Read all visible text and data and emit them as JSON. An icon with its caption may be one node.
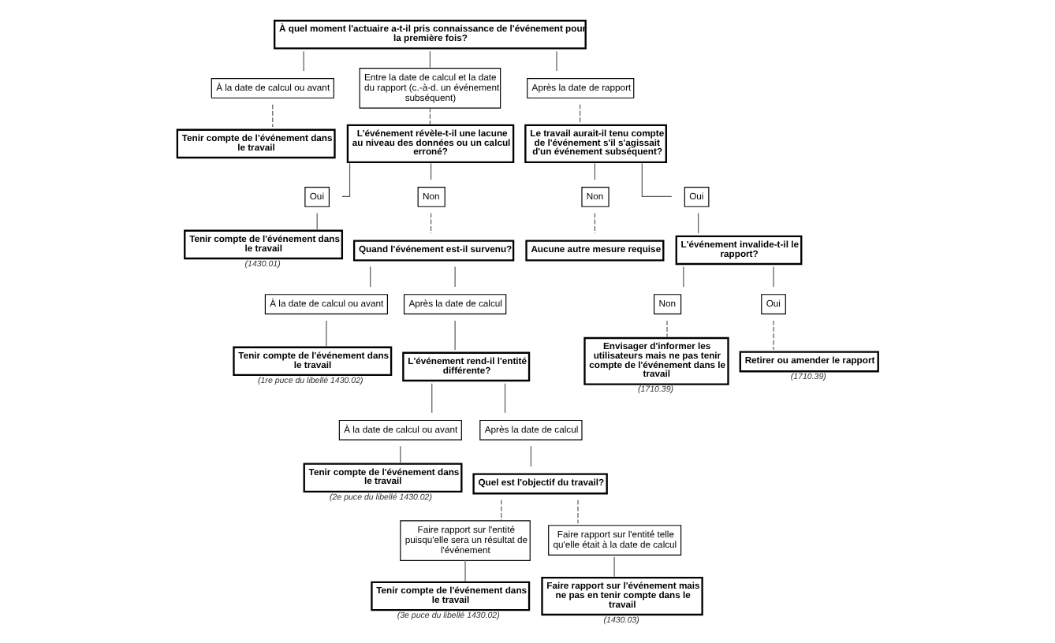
{
  "diagram": {
    "nodes": [
      {
        "text": [
          "À quel moment l'actuaire a-t-il pris connaissance de l'événement pour la première fois?"
        ]
      },
      {
        "text": [
          "À la date de calcul ou avant"
        ]
      },
      {
        "text": [
          "Entre la date de calcul et la date du rapport (c.-à-d. un événement subséquent)"
        ]
      },
      {
        "text": [
          "Après la date de rapport"
        ]
      },
      {
        "text": [
          "Tenir compte de l'événement dans le travail"
        ]
      },
      {
        "text": [
          "Le travail aurait-il tenu compte de l'événement s'il s'agissait d'un événement subséquent?"
        ]
      },
      {
        "text": [
          "L'événement révèle-t-il une lacune au niveau des données ou un calcul erroné?"
        ]
      },
      {
        "text": [
          "Non"
        ]
      },
      {
        "text": [
          "Oui"
        ]
      },
      {
        "text": [
          "Oui"
        ]
      },
      {
        "text": [
          "Non"
        ]
      },
      {
        "text": [
          "L'événement invalide-t-il le rapport?"
        ]
      },
      {
        "text": [
          "Tenir compte de l'événement dans le travail"
        ],
        "beside": [
          "(1430.01)"
        ]
      },
      {
        "text": [
          "Aucune autre mesure requise"
        ]
      },
      {
        "text": [
          "Non"
        ]
      },
      {
        "text": [
          "Oui"
        ]
      },
      {
        "text": [
          "Envisager d'informer les utilisateurs mais ne pas tenir compte de l'événement dans le travail"
        ],
        "beside": [
          "(1710.39)"
        ]
      },
      {
        "text": [
          "Retirer ou amender le rapport"
        ],
        "beside": [
          "(1710.39)"
        ]
      },
      {
        "text": [
          "Quand l'événement est-il survenu?"
        ]
      },
      {
        "text": [
          "À la date de calcul ou avant"
        ]
      },
      {
        "text": [
          "Après la date de calcul"
        ]
      },
      {
        "text": [
          "Tenir compte de l'événement dans le travail"
        ],
        "beside": [
          "(1re puce du libellé 1430.02)"
        ]
      },
      {
        "text": [
          "L'événement rend-il l'entité différente?"
        ]
      },
      {
        "text": [
          "À la date de calcul ou avant"
        ]
      },
      {
        "text": [
          "Après la date de calcul"
        ]
      },
      {
        "text": [
          "Tenir compte de l'événement dans le travail"
        ],
        "beside": [
          "(2e puce du libellé 1430.02)"
        ]
      },
      {
        "text": [
          "Quel est l'objectif du travail?"
        ]
      },
      {
        "text": [
          "Faire rapport sur l'entité puisqu'elle sera un résultat de l'événement"
        ]
      },
      {
        "text": [
          "Faire rapport sur l'entité telle qu'elle était à la date de calcul"
        ]
      },
      {
        "text": [
          "Tenir compte de l'événement dans le travail"
        ],
        "beside": [
          "(3e puce du libellé 1430.02)"
        ]
      },
      {
        "text": [
          "Faire rapport sur l'événement mais ne pas en tenir compte dans le travail"
        ],
        "beside": [
          "(1430.03)"
        ]
      }
    ],
    "edges": [
      {
        "from": 0,
        "to": 1,
        "arrow": "none"
      },
      {
        "from": 0,
        "to": 2,
        "arrow": "none"
      },
      {
        "from": 0,
        "to": 3,
        "arrow": "none"
      },
      {
        "from": 1,
        "to": 4,
        "arrow": "none",
        "style": "dashed"
      },
      {
        "from": 2,
        "to": 6,
        "arrow": "none",
        "style": "dashed"
      },
      {
        "from": 3,
        "to": 5,
        "arrow": "none",
        "style": "dashed"
      },
      {
        "from": 5,
        "to": 7,
        "arrow": "none"
      },
      {
        "from": 5,
        "to": 8,
        "arrow": "none"
      },
      {
        "from": 6,
        "to": 9,
        "arrow": "none"
      },
      {
        "from": 6,
        "to": 10,
        "arrow": "none"
      },
      {
        "from": 7,
        "to": 13,
        "arrow": "none",
        "style": "dashed"
      },
      {
        "from": 8,
        "to": 11,
        "arrow": "none"
      },
      {
        "from": 9,
        "to": 12,
        "arrow": "none"
      },
      {
        "from": 10,
        "to": 18,
        "arrow": "none",
        "style": "dashed"
      },
      {
        "from": 11,
        "to": 14,
        "arrow": "none"
      },
      {
        "from": 11,
        "to": 15,
        "arrow": "none"
      },
      {
        "from": 14,
        "to": 16,
        "arrow": "none",
        "style": "dashed"
      },
      {
        "from": 15,
        "to": 17,
        "arrow": "none",
        "style": "dashed"
      },
      {
        "from": 18,
        "to": 19,
        "arrow": "none"
      },
      {
        "from": 18,
        "to": 20,
        "arrow": "none"
      },
      {
        "from": 19,
        "to": 21,
        "arrow": "none"
      },
      {
        "from": 20,
        "to": 22,
        "arrow": "none"
      },
      {
        "from": 22,
        "to": 23,
        "arrow": "none"
      },
      {
        "from": 22,
        "to": 24,
        "arrow": "none"
      },
      {
        "from": 23,
        "to": 25,
        "arrow": "none"
      },
      {
        "from": 24,
        "to": 26,
        "arrow": "none"
      },
      {
        "from": 26,
        "to": 27,
        "arrow": "none",
        "style": "dashed"
      },
      {
        "from": 26,
        "to": 28,
        "arrow": "none",
        "style": "dashed"
      },
      {
        "from": 27,
        "to": 29,
        "arrow": "none"
      },
      {
        "from": 28,
        "to": 30,
        "arrow": "none"
      }
    ]
  }
}
